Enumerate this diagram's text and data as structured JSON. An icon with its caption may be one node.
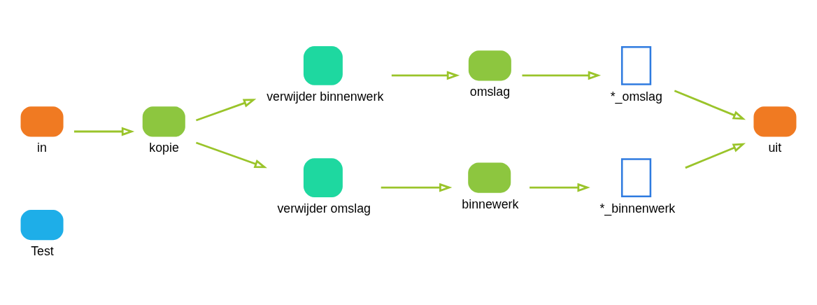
{
  "diagram": {
    "nodes": [
      {
        "text": [
          "Test"
        ]
      },
      {
        "text": [
          "in"
        ]
      },
      {
        "text": [
          "kopie"
        ]
      },
      {
        "text": [
          "verwijder binnenwerk"
        ]
      },
      {
        "text": [
          "omslag"
        ]
      },
      {
        "text": [
          "*_omslag"
        ]
      },
      {
        "text": [
          "uit"
        ]
      },
      {
        "text": [
          "verwijder omslag"
        ]
      },
      {
        "text": [
          "binnewerk"
        ]
      },
      {
        "text": [
          "*_binnenwerk"
        ]
      }
    ],
    "edges": [
      {
        "from": 1,
        "to": 2,
        "arrow": "to"
      },
      {
        "from": 2,
        "to": 3,
        "arrow": "to"
      },
      {
        "from": 3,
        "to": 4,
        "arrow": "to"
      },
      {
        "from": 4,
        "to": 5,
        "arrow": "to"
      },
      {
        "from": 5,
        "to": 6,
        "arrow": "to"
      },
      {
        "from": 2,
        "to": 7,
        "arrow": "to"
      },
      {
        "from": 7,
        "to": 8,
        "arrow": "to"
      },
      {
        "from": 8,
        "to": 9,
        "arrow": "to"
      },
      {
        "from": 9,
        "to": 6,
        "arrow": "to"
      }
    ]
  }
}
